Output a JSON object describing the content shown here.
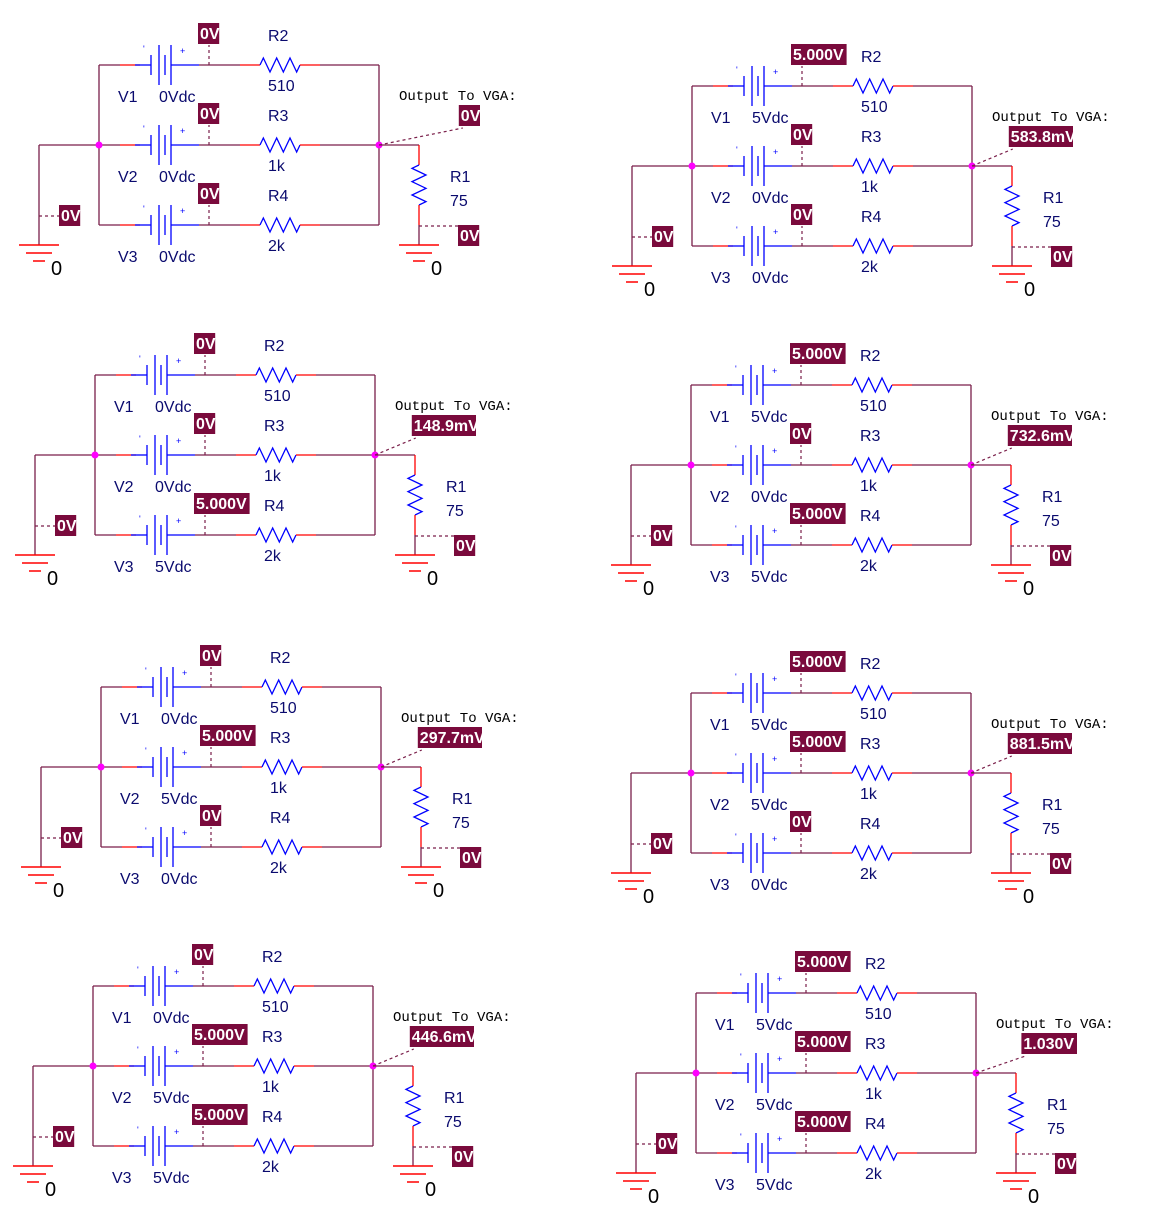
{
  "title": "Resistor-ladder DAC simulation sweep (VGA output)",
  "colors": {
    "wire": "#7a1f4a",
    "pin": "#ff0000",
    "part": "#0000ff",
    "node": "#ff00ff",
    "probe_box": "#7a0a3c",
    "probe_text": "#ffffff",
    "label": "#0a0a6e"
  },
  "common": {
    "output_label": "Output To VGA:",
    "ground_label": "0",
    "ground_probe": "0V",
    "load": {
      "ref": "R1",
      "value": "75"
    },
    "branches": [
      {
        "source": "V1",
        "resistor": "R2",
        "value": "510"
      },
      {
        "source": "V2",
        "resistor": "R3",
        "value": "1k"
      },
      {
        "source": "V3",
        "resistor": "R4",
        "value": "2k"
      }
    ]
  },
  "panels": [
    {
      "sources": [
        "0Vdc",
        "0Vdc",
        "0Vdc"
      ],
      "probes": [
        "0V",
        "0V",
        "0V"
      ],
      "output": "0V"
    },
    {
      "sources": [
        "5Vdc",
        "0Vdc",
        "0Vdc"
      ],
      "probes": [
        "5.000V",
        "0V",
        "0V"
      ],
      "output": "583.8mV"
    },
    {
      "sources": [
        "0Vdc",
        "0Vdc",
        "5Vdc"
      ],
      "probes": [
        "0V",
        "0V",
        "5.000V"
      ],
      "output": "148.9mV"
    },
    {
      "sources": [
        "5Vdc",
        "0Vdc",
        "5Vdc"
      ],
      "probes": [
        "5.000V",
        "0V",
        "5.000V"
      ],
      "output": "732.6mV"
    },
    {
      "sources": [
        "0Vdc",
        "5Vdc",
        "0Vdc"
      ],
      "probes": [
        "0V",
        "5.000V",
        "0V"
      ],
      "output": "297.7mV"
    },
    {
      "sources": [
        "5Vdc",
        "5Vdc",
        "0Vdc"
      ],
      "probes": [
        "5.000V",
        "5.000V",
        "0V"
      ],
      "output": "881.5mV"
    },
    {
      "sources": [
        "0Vdc",
        "5Vdc",
        "5Vdc"
      ],
      "probes": [
        "0V",
        "5.000V",
        "5.000V"
      ],
      "output": "446.6mV"
    },
    {
      "sources": [
        "5Vdc",
        "5Vdc",
        "5Vdc"
      ],
      "probes": [
        "5.000V",
        "5.000V",
        "5.000V"
      ],
      "output": "1.030V"
    }
  ]
}
